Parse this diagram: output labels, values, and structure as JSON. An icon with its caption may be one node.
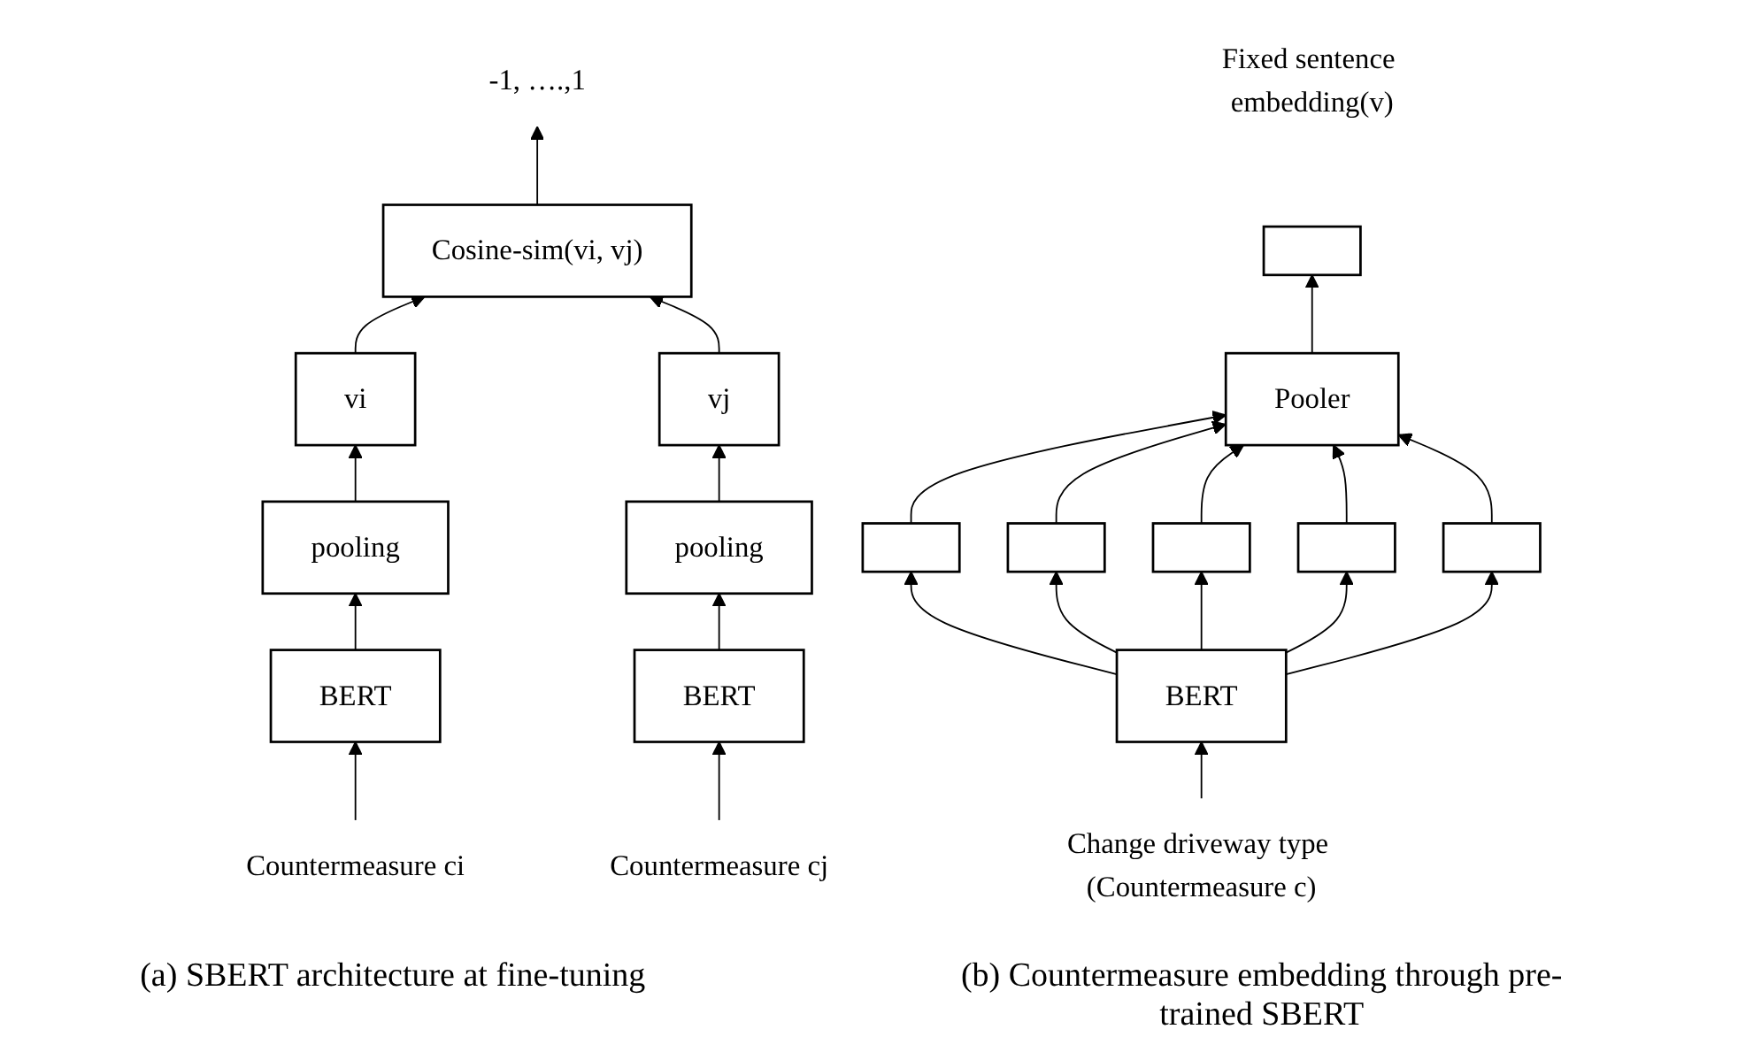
{
  "diagram": {
    "nodes": [
      {
        "text": [
          "-1, ….,1"
        ]
      },
      {
        "text": [
          "Cosine-sim(vi, vj)"
        ]
      },
      {
        "text": [
          "vi"
        ]
      },
      {
        "text": [
          "pooling"
        ]
      },
      {
        "text": [
          "BERT"
        ]
      },
      {
        "text": [
          "Countermeasure ci"
        ]
      },
      {
        "text": [
          "vj"
        ]
      },
      {
        "text": [
          "pooling"
        ]
      },
      {
        "text": [
          "BERT"
        ]
      },
      {
        "text": [
          "Countermeasure cj"
        ]
      },
      {
        "text": [],
        "shape": "box",
        "beside": [
          "Fixed sentence embedding(v)"
        ]
      },
      {
        "text": [
          "Pooler"
        ]
      },
      {
        "text": [],
        "shape": "box"
      },
      {
        "text": [],
        "shape": "box"
      },
      {
        "text": [],
        "shape": "box"
      },
      {
        "text": [],
        "shape": "box"
      },
      {
        "text": [],
        "shape": "box"
      },
      {
        "text": [
          "BERT"
        ]
      },
      {
        "text": [
          "Change driveway type (Countermeasure c)"
        ]
      }
    ],
    "edges": [
      {
        "from": 1,
        "to": 0,
        "arrow": "to"
      },
      {
        "from": 2,
        "to": 1,
        "arrow": "to"
      },
      {
        "from": 6,
        "to": 1,
        "arrow": "to"
      },
      {
        "from": 3,
        "to": 2,
        "arrow": "to"
      },
      {
        "from": 4,
        "to": 3,
        "arrow": "to"
      },
      {
        "from": 5,
        "to": 4,
        "arrow": "to"
      },
      {
        "from": 7,
        "to": 6,
        "arrow": "to"
      },
      {
        "from": 8,
        "to": 7,
        "arrow": "to"
      },
      {
        "from": 9,
        "to": 8,
        "arrow": "to"
      },
      {
        "from": 11,
        "to": 10,
        "arrow": "to"
      },
      {
        "from": 17,
        "to": 12,
        "arrow": "to"
      },
      {
        "from": 17,
        "to": 13,
        "arrow": "to"
      },
      {
        "from": 17,
        "to": 14,
        "arrow": "to"
      },
      {
        "from": 17,
        "to": 15,
        "arrow": "to"
      },
      {
        "from": 17,
        "to": 16,
        "arrow": "to"
      },
      {
        "from": 12,
        "to": 11,
        "arrow": "to"
      },
      {
        "from": 13,
        "to": 11,
        "arrow": "to"
      },
      {
        "from": 14,
        "to": 11,
        "arrow": "to"
      },
      {
        "from": 15,
        "to": 11,
        "arrow": "to"
      },
      {
        "from": 16,
        "to": 11,
        "arrow": "to"
      },
      {
        "from": 18,
        "to": 17,
        "arrow": "to"
      }
    ],
    "labels": [
      "(a) SBERT architecture at fine-tuning",
      "(b) Countermeasure embedding through pre-trained SBERT"
    ]
  }
}
